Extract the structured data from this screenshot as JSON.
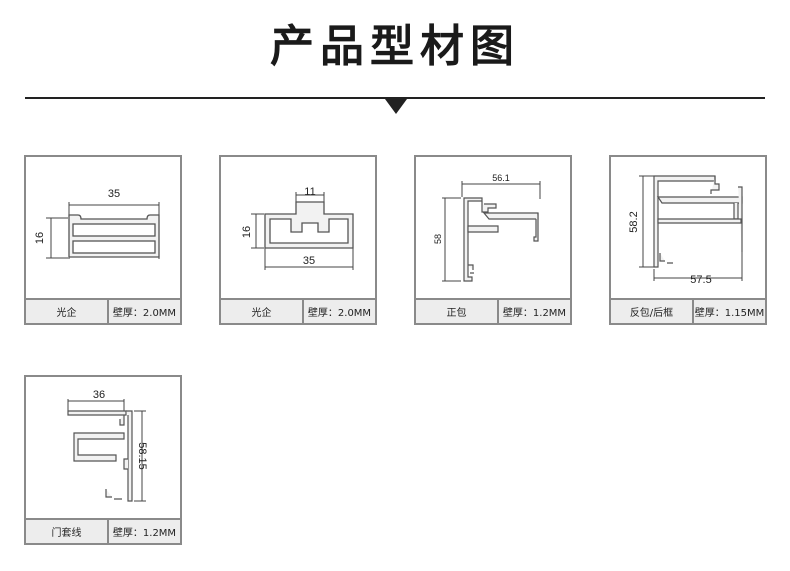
{
  "page": {
    "title": "产品型材图"
  },
  "profiles": [
    {
      "name": "光企",
      "wall": "壁厚：2.0MM",
      "dims": [
        "35",
        "16"
      ]
    },
    {
      "name": "光企",
      "wall": "壁厚：2.0MM",
      "dims": [
        "11",
        "16",
        "35"
      ]
    },
    {
      "name": "正包",
      "wall": "壁厚：1.2MM",
      "dims": [
        "56.1",
        "58"
      ]
    },
    {
      "name": "反包/后框",
      "wall": "壁厚：1.15MM",
      "dims": [
        "58.2",
        "57.5"
      ]
    },
    {
      "name": "门套线",
      "wall": "壁厚：1.2MM",
      "dims": [
        "36",
        "58.15"
      ]
    }
  ]
}
